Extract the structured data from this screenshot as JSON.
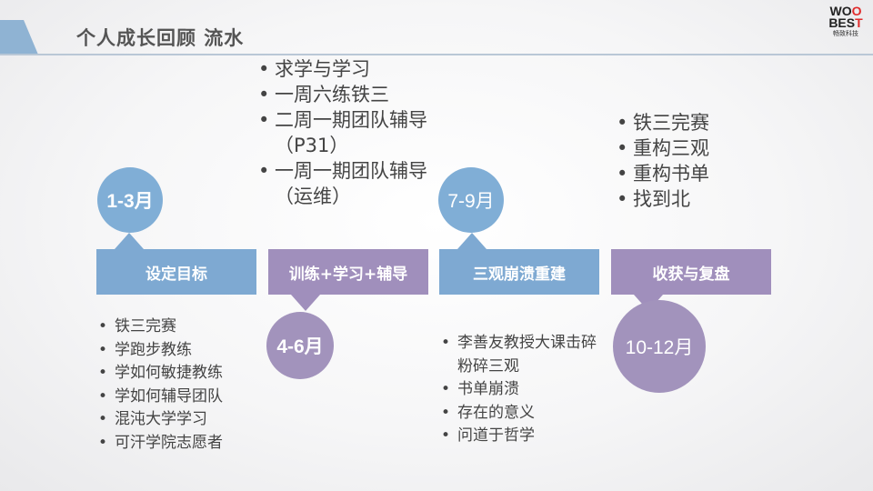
{
  "slide": {
    "title": "个人成长回顾 流水",
    "logo": {
      "line1": "WOO",
      "line2": "BEST",
      "line3": "畅致科技"
    }
  },
  "stages": [
    {
      "period": "1-3月",
      "label": "设定目标",
      "items": [
        "铁三完赛",
        "学跑步教练",
        "学如何敏捷教练",
        "学如何辅导团队",
        "混沌大学学习",
        "可汗学院志愿者"
      ]
    },
    {
      "period": "4-6月",
      "label": "训练+学习+辅导",
      "items": [
        "求学与学习",
        "一周六练铁三",
        "二周一期团队辅导（P31）",
        "一周一期团队辅导（运维）"
      ]
    },
    {
      "period": "7-9月",
      "label": "三观崩溃重建",
      "items": [
        "李善友教授大课击碎粉碎三观",
        "书单崩溃",
        "存在的意义",
        "问道于哲学"
      ]
    },
    {
      "period": "10-12月",
      "label": "收获与复盘",
      "items": [
        "铁三完赛",
        "重构三观",
        "重构书单",
        "找到北"
      ]
    }
  ],
  "colors": {
    "blue": "#7ea9d2",
    "purple": "#a08fbc",
    "header_accent": "#8fb3d3",
    "logo_accent": "#e02b2b"
  }
}
